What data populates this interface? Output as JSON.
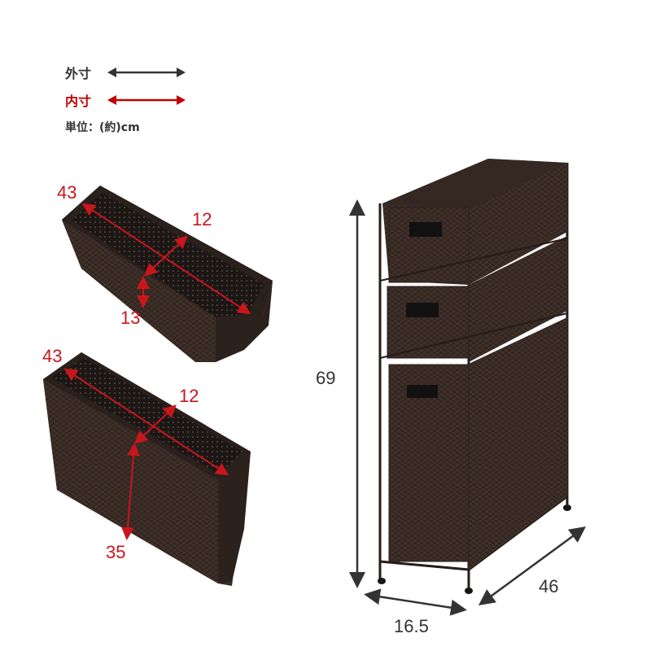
{
  "legend": {
    "outer_label": "外寸",
    "inner_label": "内寸",
    "unit_label": "単位：(約)cm",
    "outer_color": "#333333",
    "inner_color": "#c00000"
  },
  "small_basket": {
    "width": "43",
    "depth": "12",
    "height": "13"
  },
  "large_basket": {
    "width": "43",
    "depth": "12",
    "height": "35"
  },
  "cabinet": {
    "height": "69",
    "width": "16.5",
    "depth": "46"
  },
  "colors": {
    "rattan_dark": "#2e2320",
    "rattan_mid": "#3d2f2a",
    "frame": "#231c1a",
    "dimension_red": "#c8161d",
    "dimension_gray": "#333333"
  }
}
